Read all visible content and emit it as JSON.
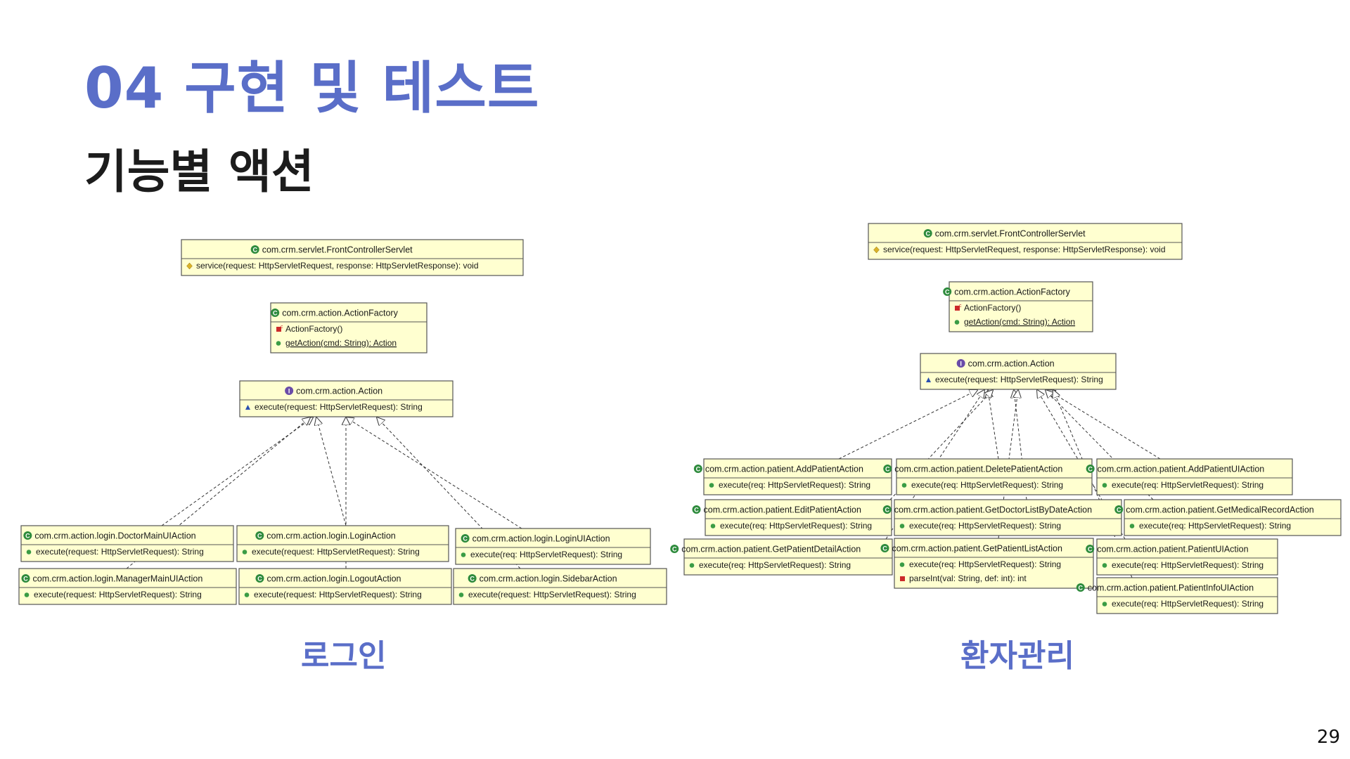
{
  "title": "04 구현 및 테스트",
  "subtitle": "기능별 액션",
  "page_number": "29",
  "colors": {
    "title": "#5a6ec8",
    "box_fill": "#ffffd0",
    "box_stroke": "#555555",
    "class_icon": "#2e8b3d",
    "interface_icon": "#6a4ca8",
    "public_method": "#3a9c45",
    "abstract_method": "#2a4fb0",
    "protected_method": "#d9b12a",
    "private_method": "#cc2a2a"
  },
  "captions": {
    "login": "로그인",
    "patient": "환자관리"
  },
  "diagrams": {
    "login": {
      "servlet": {
        "name": "com.crm.servlet.FrontControllerServlet",
        "icon": "class",
        "methods": [
          {
            "vis": "protected",
            "text": "service(request: HttpServletRequest, response: HttpServletResponse): void"
          }
        ]
      },
      "factory": {
        "name": "com.crm.action.ActionFactory",
        "icon": "class",
        "methods": [
          {
            "vis": "ctor",
            "text": "ActionFactory()"
          },
          {
            "vis": "static",
            "text": "getAction(cmd: String): Action"
          }
        ]
      },
      "action": {
        "name": "com.crm.action.Action",
        "icon": "interface",
        "methods": [
          {
            "vis": "abstract",
            "text": "execute(request: HttpServletRequest): String"
          }
        ]
      },
      "impls": [
        {
          "name": "com.crm.action.login.DoctorMainUIAction",
          "icon": "class",
          "methods": [
            {
              "vis": "public",
              "text": "execute(request: HttpServletRequest): String"
            }
          ]
        },
        {
          "name": "com.crm.action.login.LoginAction",
          "icon": "class",
          "methods": [
            {
              "vis": "public",
              "text": "execute(request: HttpServletRequest): String"
            }
          ]
        },
        {
          "name": "com.crm.action.login.LoginUIAction",
          "icon": "class",
          "methods": [
            {
              "vis": "public",
              "text": "execute(req: HttpServletRequest): String"
            }
          ]
        },
        {
          "name": "com.crm.action.login.ManagerMainUIAction",
          "icon": "class",
          "methods": [
            {
              "vis": "public",
              "text": "execute(request: HttpServletRequest): String"
            }
          ]
        },
        {
          "name": "com.crm.action.login.LogoutAction",
          "icon": "class",
          "methods": [
            {
              "vis": "public",
              "text": "execute(request: HttpServletRequest): String"
            }
          ]
        },
        {
          "name": "com.crm.action.login.SidebarAction",
          "icon": "class",
          "methods": [
            {
              "vis": "public",
              "text": "execute(request: HttpServletRequest): String"
            }
          ]
        }
      ]
    },
    "patient": {
      "servlet": {
        "name": "com.crm.servlet.FrontControllerServlet",
        "icon": "class",
        "methods": [
          {
            "vis": "protected",
            "text": "service(request: HttpServletRequest, response: HttpServletResponse): void"
          }
        ]
      },
      "factory": {
        "name": "com.crm.action.ActionFactory",
        "icon": "class",
        "methods": [
          {
            "vis": "ctor",
            "text": "ActionFactory()"
          },
          {
            "vis": "static",
            "text": "getAction(cmd: String): Action"
          }
        ]
      },
      "action": {
        "name": "com.crm.action.Action",
        "icon": "interface",
        "methods": [
          {
            "vis": "abstract",
            "text": "execute(request: HttpServletRequest): String"
          }
        ]
      },
      "impls": [
        {
          "name": "com.crm.action.patient.AddPatientAction",
          "icon": "class",
          "methods": [
            {
              "vis": "public",
              "text": "execute(req: HttpServletRequest): String"
            }
          ]
        },
        {
          "name": "com.crm.action.patient.DeletePatientAction",
          "icon": "class",
          "methods": [
            {
              "vis": "public",
              "text": "execute(req: HttpServletRequest): String"
            }
          ]
        },
        {
          "name": "com.crm.action.patient.AddPatientUIAction",
          "icon": "class",
          "methods": [
            {
              "vis": "public",
              "text": "execute(req: HttpServletRequest): String"
            }
          ]
        },
        {
          "name": "com.crm.action.patient.EditPatientAction",
          "icon": "class",
          "methods": [
            {
              "vis": "public",
              "text": "execute(req: HttpServletRequest): String"
            }
          ]
        },
        {
          "name": "com.crm.action.patient.GetDoctorListByDateAction",
          "icon": "class",
          "methods": [
            {
              "vis": "public",
              "text": "execute(req: HttpServletRequest): String"
            }
          ]
        },
        {
          "name": "com.crm.action.patient.GetMedicalRecordAction",
          "icon": "class",
          "methods": [
            {
              "vis": "public",
              "text": "execute(req: HttpServletRequest): String"
            }
          ]
        },
        {
          "name": "com.crm.action.patient.GetPatientDetailAction",
          "icon": "class",
          "methods": [
            {
              "vis": "public",
              "text": "execute(req: HttpServletRequest): String"
            }
          ]
        },
        {
          "name": "com.crm.action.patient.GetPatientListAction",
          "icon": "class",
          "methods": [
            {
              "vis": "public",
              "text": "execute(req: HttpServletRequest): String"
            },
            {
              "vis": "private",
              "text": "parseInt(val: String, def: int): int"
            }
          ]
        },
        {
          "name": "com.crm.action.patient.PatientUIAction",
          "icon": "class",
          "methods": [
            {
              "vis": "public",
              "text": "execute(req: HttpServletRequest): String"
            }
          ]
        },
        {
          "name": "com.crm.action.patient.PatientInfoUIAction",
          "icon": "class",
          "methods": [
            {
              "vis": "public",
              "text": "execute(req: HttpServletRequest): String"
            }
          ]
        }
      ]
    }
  }
}
